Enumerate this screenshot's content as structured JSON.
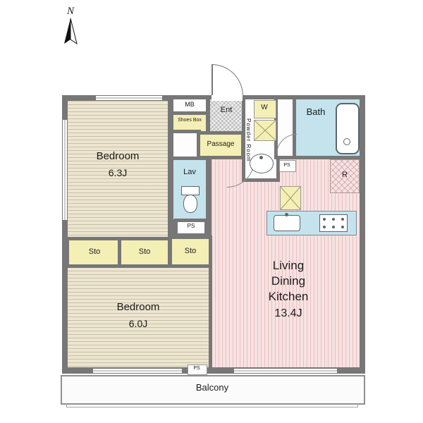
{
  "compass": {
    "label": "N"
  },
  "rooms": {
    "bedroom_upper": {
      "name": "Bedroom",
      "area": "6.3J"
    },
    "bedroom_lower": {
      "name": "Bedroom",
      "area": "6.0J"
    },
    "ldk": {
      "lines": [
        "Living",
        "Dining",
        "Kitchen"
      ],
      "area": "13.4J"
    },
    "bath": {
      "label": "Bath"
    },
    "lavatory": {
      "label": "Lav"
    },
    "powder_room": {
      "label": "Powder Room"
    },
    "washer": {
      "label": "W"
    },
    "entrance": {
      "label": "Ent"
    },
    "passage": {
      "label": "Passage"
    },
    "meter_box": {
      "label": "MB"
    },
    "shoes_box": {
      "label": "Shoes Box"
    },
    "storage": {
      "label": "Sto"
    },
    "fridge": {
      "label": "R"
    },
    "pipe_space": {
      "label": "PS"
    },
    "balcony": {
      "label": "Balcony"
    }
  },
  "colors": {
    "wall": "#777777",
    "tatami_room": "#ece5d0",
    "flooring": "#f8e2e2",
    "wet_area": "#c4e3ed",
    "storage": "#f4efb4",
    "entrance_tile": "#ececec"
  }
}
